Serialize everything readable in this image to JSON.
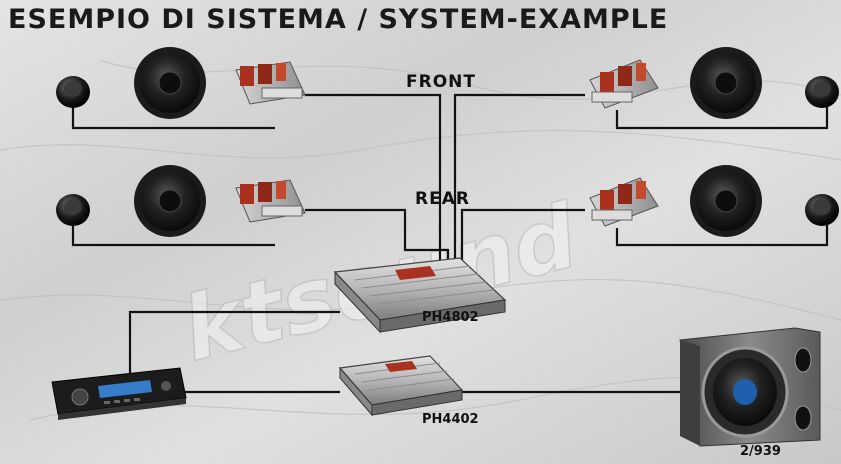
{
  "title": "ESEMPIO DI SISTEMA / SYSTEM-EXAMPLE",
  "labels": {
    "front": "FRONT",
    "rear": "REAR",
    "amp_4ch": "PH4802",
    "amp_2ch": "PH4402",
    "subwoofer": "2/939"
  },
  "watermark": "ktsound",
  "colors": {
    "background": "#dcdcdc",
    "wire": "#111111",
    "speaker_cone": "#141414",
    "crossover_red": "#a8321f",
    "amp_silver": "#b9b9b9",
    "sub_box": "#6e6e6e",
    "head_unit_display": "#3a8ee6"
  },
  "components": {
    "tweeter_icon": "tweeter-icon",
    "woofer_icon": "woofer-icon",
    "crossover_icon": "crossover-icon",
    "amplifier_icon": "amplifier-icon",
    "head_unit_icon": "car-stereo-icon",
    "subwoofer_icon": "subwoofer-box-icon"
  }
}
